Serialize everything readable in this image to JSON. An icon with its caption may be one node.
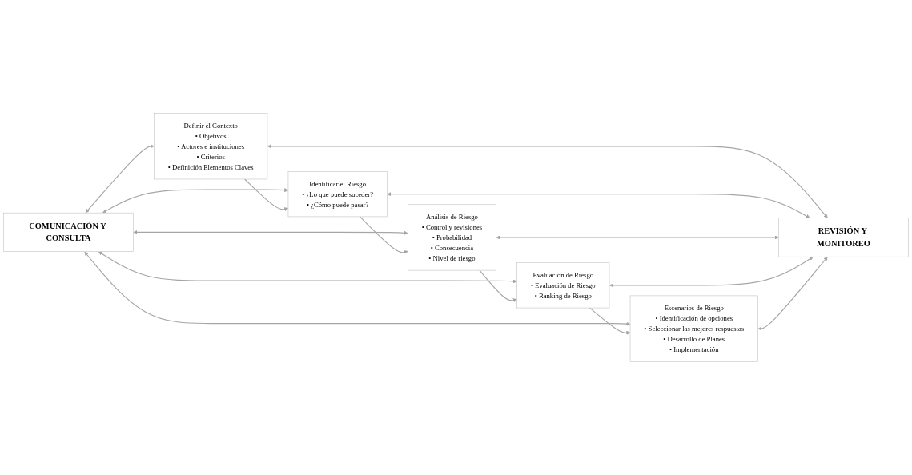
{
  "diagram": {
    "nodes": [
      {
        "text": [
          "COMUNICACIÓN Y CONSULTA"
        ]
      },
      {
        "text": [
          "Definir el Contexto",
          "• Objetivos",
          "• Actores e instituciones",
          "• Criterios",
          "• Definición Elementos Claves"
        ]
      },
      {
        "text": [
          "Identificar el Riesgo",
          "• ¿Lo que puede suceder?",
          "• ¿Cómo puede pasar?"
        ]
      },
      {
        "text": [
          "Análisis de Riesgo",
          "• Control y revisiones",
          "• Probabilidad",
          "• Consecuencia",
          "• Nivel de riesgo"
        ]
      },
      {
        "text": [
          "Evaluación de Riesgo",
          "• Evaluación de Riesgo",
          "• Ranking de Riesgo"
        ]
      },
      {
        "text": [
          "Escenarios de Riesgo",
          "• Identificación de opciones",
          "• Seleccionar las mejores respuestas",
          "• Desarrollo de Planes",
          "• Implementación"
        ]
      },
      {
        "text": [
          "REVISIÓN Y MONITOREO"
        ]
      }
    ],
    "edges": [
      {
        "from": 0,
        "to": 1,
        "arrow": "both"
      },
      {
        "from": 0,
        "to": 2,
        "arrow": "both"
      },
      {
        "from": 0,
        "to": 3,
        "arrow": "both"
      },
      {
        "from": 0,
        "to": 4,
        "arrow": "both"
      },
      {
        "from": 0,
        "to": 5,
        "arrow": "both"
      },
      {
        "from": 1,
        "to": 2,
        "arrow": "to"
      },
      {
        "from": 2,
        "to": 3,
        "arrow": "to"
      },
      {
        "from": 3,
        "to": 4,
        "arrow": "to"
      },
      {
        "from": 4,
        "to": 5,
        "arrow": "to"
      },
      {
        "from": 1,
        "to": 6,
        "arrow": "both"
      },
      {
        "from": 2,
        "to": 6,
        "arrow": "both"
      },
      {
        "from": 3,
        "to": 6,
        "arrow": "both"
      },
      {
        "from": 4,
        "to": 6,
        "arrow": "both"
      },
      {
        "from": 5,
        "to": 6,
        "arrow": "both"
      }
    ]
  }
}
